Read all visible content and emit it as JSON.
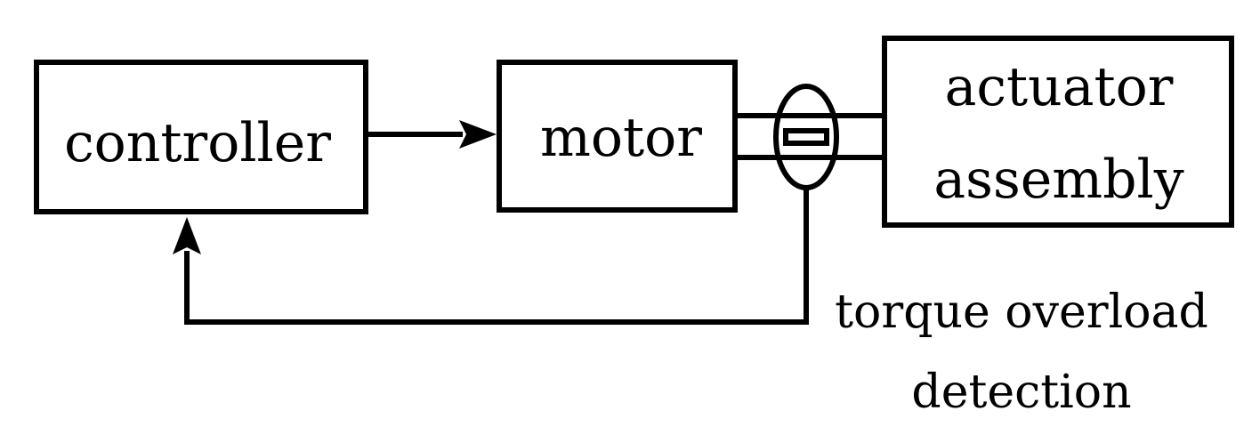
{
  "blocks": {
    "controller": "controller",
    "motor": "motor",
    "actuator_line1": "actuator",
    "actuator_line2": "assembly"
  },
  "sensor_label": {
    "line1": "torque overload",
    "line2": "detection"
  }
}
